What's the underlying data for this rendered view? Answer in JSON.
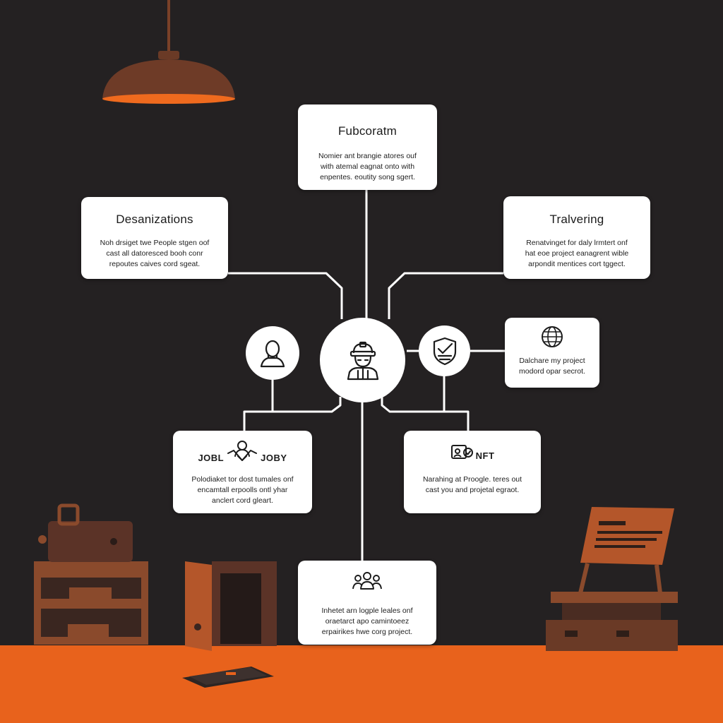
{
  "colors": {
    "background": "#242122",
    "floor": "#e8621c",
    "furniture": "#8a4a2c",
    "card": "#ffffff",
    "connector": "#ffffff"
  },
  "cards": {
    "top": {
      "title": "Fubcoratm",
      "lines": [
        "Nomier ant brangie atores ouf",
        "with atemal eagnat onto with",
        "enpentes. eoutity song sgert."
      ]
    },
    "left": {
      "title": "Desanizations",
      "lines": [
        "Noh drsiget twe People stgen oof",
        "cast all datoresced booh conr",
        "repoutes caives cord sgeat."
      ]
    },
    "right": {
      "title": "Tralvering",
      "lines": [
        "Renatvinget for daly lrmtert onf",
        "hat eoe project eanagrent wible",
        "arpondit mentices cort tggect."
      ]
    },
    "right_small": {
      "lines": [
        "Dalchare my project",
        "modord opar secrot."
      ]
    },
    "bottom_left": {
      "label_left": "JOBL",
      "label_right": "JOBY",
      "lines": [
        "Polodiaket tor dost tumales onf",
        "encamtall erpoolls ontl yhar",
        "anclert cord gleart."
      ]
    },
    "bottom_right": {
      "label": "NFT",
      "lines": [
        "Narahing at Proogle. teres out",
        "cast you and projetal egraot."
      ]
    },
    "bottom": {
      "lines": [
        "Inhetet arn logple leales onf",
        "oraetarct apo camintoeez",
        "erpairikes hwe corg project."
      ]
    }
  },
  "nodes": {
    "center": "worker-icon",
    "left": "person-icon",
    "right": "checklist-icon"
  }
}
